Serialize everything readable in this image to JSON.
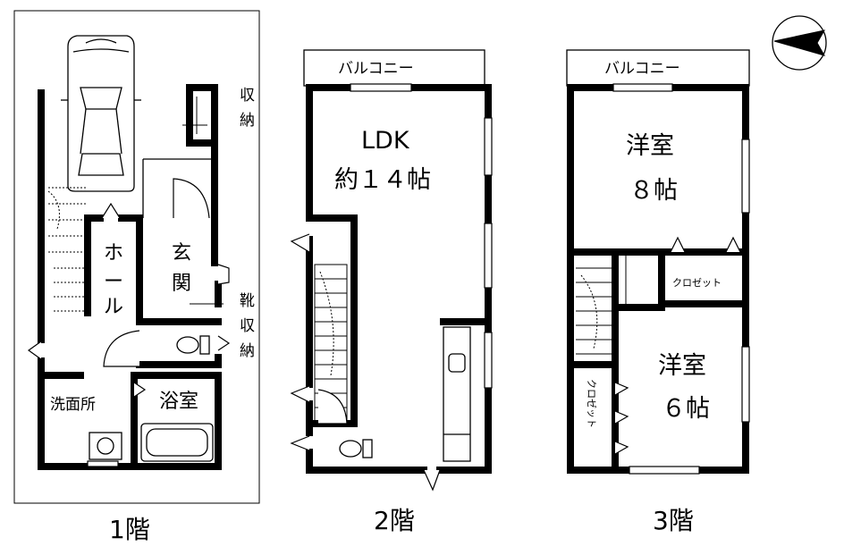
{
  "floors": [
    {
      "label": "1階",
      "rooms": {
        "storage": [
          "収",
          "納"
        ],
        "hall": [
          "ホ",
          "ー",
          "ル"
        ],
        "entrance": [
          "玄",
          "関"
        ],
        "shoe_storage": [
          "靴",
          "収",
          "納"
        ],
        "washroom": "洗面所",
        "bathroom": "浴室"
      }
    },
    {
      "label": "2階",
      "rooms": {
        "balcony": "バルコニー",
        "ldk": "LDK",
        "ldk_size": "約１４帖"
      }
    },
    {
      "label": "3階",
      "rooms": {
        "balcony": "バルコニー",
        "western_a": "洋室",
        "western_a_size": "８帖",
        "closet_a": "クロゼット",
        "western_b": "洋室",
        "western_b_size": "６帖",
        "closet_b": "クロゼット"
      }
    }
  ],
  "north_icon": "north-arrow-icon"
}
